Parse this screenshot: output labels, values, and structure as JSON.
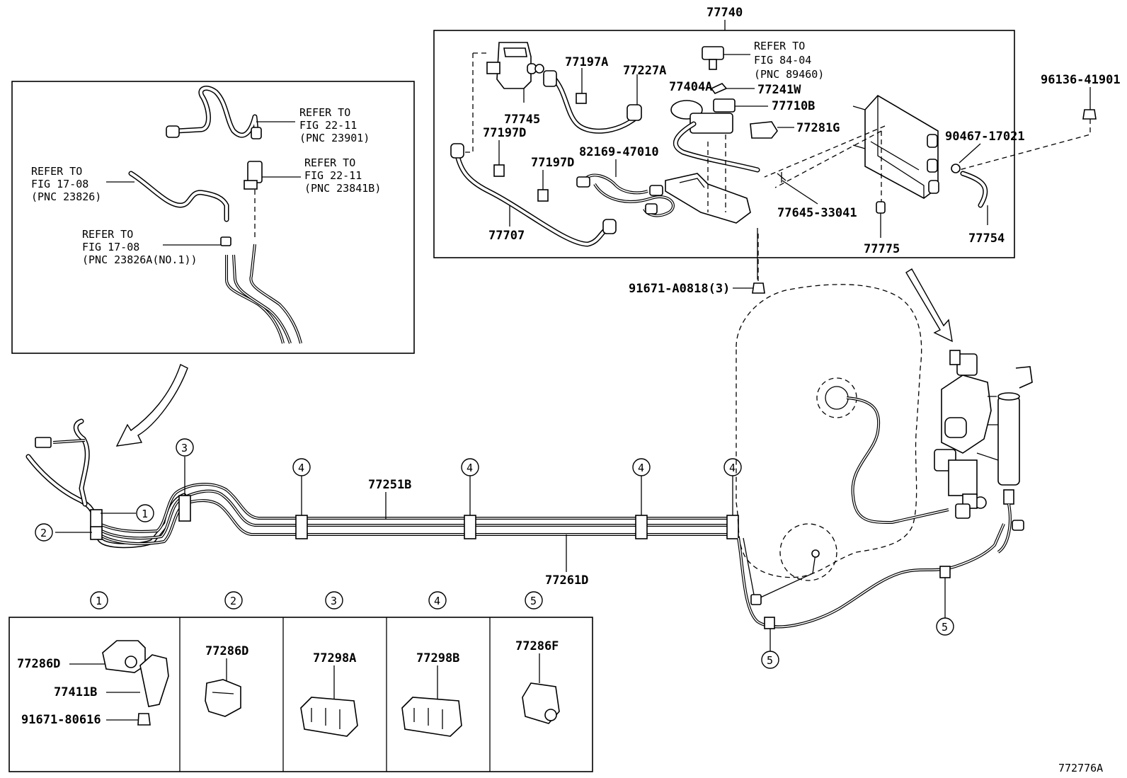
{
  "labels": {
    "assy": "77740",
    "p77745": "77745",
    "p77197A": "77197A",
    "p77227A": "77227A",
    "p77404A": "77404A",
    "p77241W": "77241W",
    "p77710B": "77710B",
    "p77281G": "77281G",
    "p77197D_a": "77197D",
    "p77197D_b": "77197D",
    "p82169": "82169-47010",
    "p77645": "77645-33041",
    "p77707": "77707",
    "p77775": "77775",
    "p77754": "77754",
    "p90467": "90467-17021",
    "p96136": "96136-41901",
    "p91671A": "91671-A0818(3)",
    "p77251B": "77251B",
    "p77261D": "77261D",
    "p77286D_a": "77286D",
    "p77411B": "77411B",
    "p91671_8": "91671-80616",
    "p77286D_b": "77286D",
    "p77298A": "77298A",
    "p77298B": "77298B",
    "p77286F": "77286F",
    "fig_id": "772776A"
  },
  "refs": {
    "r8404_1": "REFER TO",
    "r8404_2": "FIG 84-04",
    "r8404_3": "(PNC 89460)",
    "r22a_1": "REFER TO",
    "r22a_2": "FIG 22-11",
    "r22a_3": "(PNC 23901)",
    "r22b_1": "REFER TO",
    "r22b_2": "FIG 22-11",
    "r22b_3": "(PNC 23841B)",
    "r17a_1": "REFER TO",
    "r17a_2": "FIG 17-08",
    "r17a_3": "(PNC 23826)",
    "r17b_1": "REFER TO",
    "r17b_2": "FIG 17-08",
    "r17b_3": "(PNC 23826A(NO.1))"
  },
  "callouts": {
    "c1": "1",
    "c2": "2",
    "c3": "3",
    "c4": "4",
    "c5": "5"
  }
}
